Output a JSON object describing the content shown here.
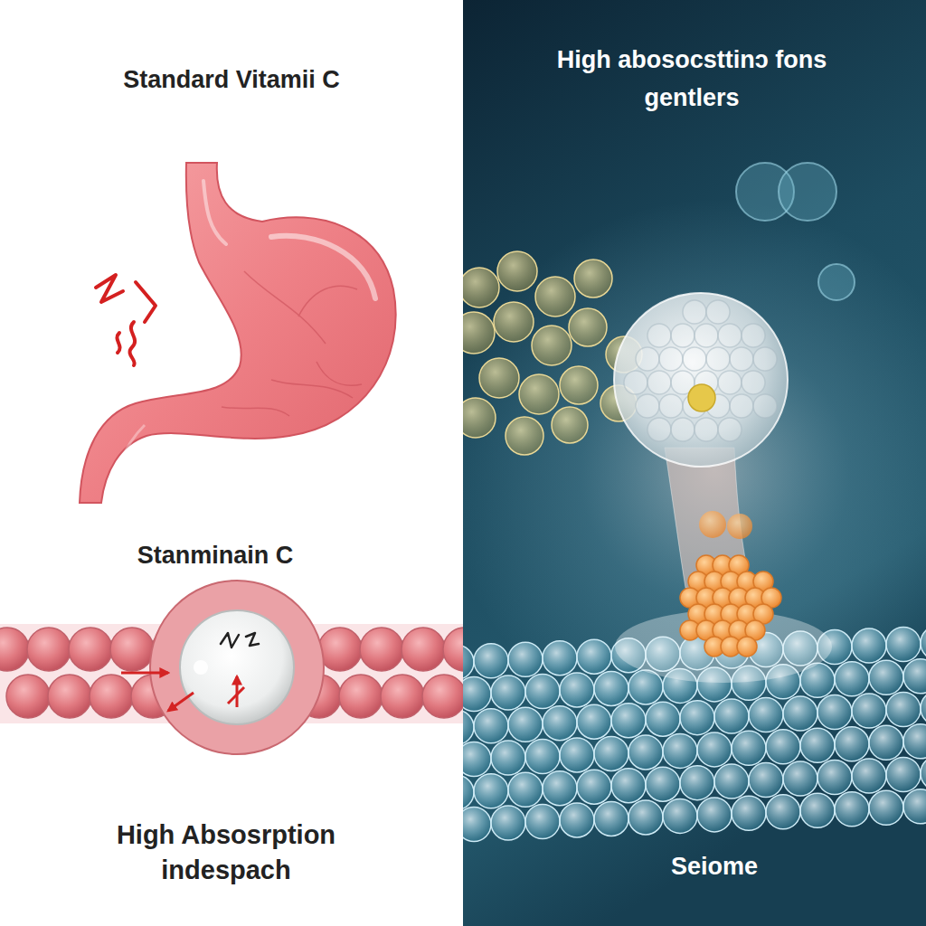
{
  "diagram": {
    "nodes": [
      {
        "text": [
          "Standard Vitamii C",
          "Stanminain C",
          "High Absosrption indespach"
        ]
      },
      {
        "text": [
          "High abosocsttinɔ fons gentlers",
          "Seiome"
        ]
      }
    ]
  }
}
